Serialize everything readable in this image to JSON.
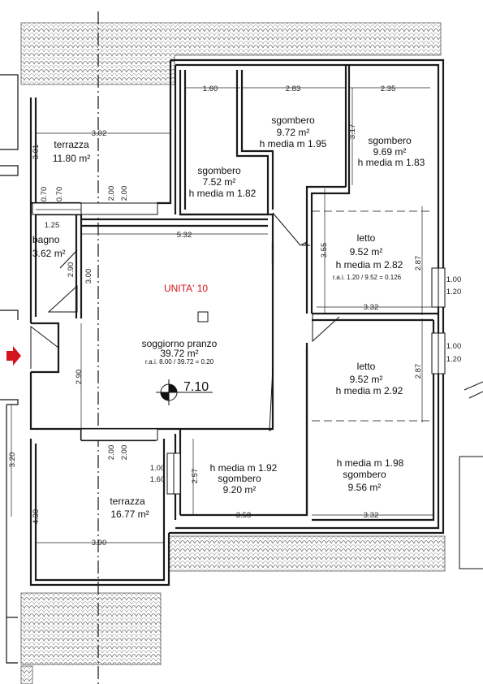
{
  "unit_title": "UNITA' 10",
  "elevation": "7.10",
  "colors": {
    "accent": "#d4141c",
    "wall": "#1a1a1a",
    "hatch": "#777777"
  },
  "rooms": {
    "terrazza_top": {
      "name": "terrazza",
      "area": "11.80 m²"
    },
    "bagno": {
      "name": "bagno",
      "area": "3.62 m²"
    },
    "sgombero_a": {
      "name": "sgombero",
      "area": "7.52 m²",
      "height": "h media m 1.82"
    },
    "sgombero_b": {
      "name": "sgombero",
      "area": "9.72 m²",
      "height": "h media m 1.95"
    },
    "sgombero_c": {
      "name": "sgombero",
      "area": "9.69 m²",
      "height": "h media m 1.83"
    },
    "letto_1": {
      "name": "letto",
      "area": "9.52 m²",
      "height": "h media m 2.82",
      "rai": "r.a.i. 1.20 / 9.52 = 0.126"
    },
    "soggiorno": {
      "name": "soggiorno pranzo",
      "area": "39.72 m²",
      "rai": "r.a.i. 8.00 / 39.72 = 0.20"
    },
    "letto_2": {
      "name": "letto",
      "area": "9.52 m²",
      "height": "h media m 2.92"
    },
    "sgombero_d": {
      "name": "sgombero",
      "area": "9.20 m²",
      "height": "h media m 1.92"
    },
    "sgombero_e": {
      "name": "sgombero",
      "area": "9.56 m²",
      "height": "h media m 1.98"
    },
    "terrazza_bottom": {
      "name": "terrazza",
      "area": "16.77 m²"
    }
  },
  "dimensions": {
    "d_160": "1.60",
    "d_283": "2.83",
    "d_235": "2.35",
    "d_317": "3.17",
    "d_392_top": "3.92",
    "d_301": "3.01",
    "d_070a": "0.70",
    "d_070b": "0.70",
    "d_200_top_a": "2.00",
    "d_200_top_b": "2.00",
    "d_125": "1.25",
    "d_532": "5.32",
    "d_290_bagno": "2.90",
    "d_300": "3.00",
    "d_355": "3.55",
    "d_287_a": "2.87",
    "d_332_mid": "3.32",
    "d_287_b": "2.87",
    "d_290_soggiorno": "2.90",
    "win_r1_w": "1.00",
    "win_r1_h": "1.20",
    "win_r2_w": "1.00",
    "win_r2_h": "1.20",
    "d_200_bot_a": "2.00",
    "d_200_bot_b": "2.00",
    "d_320": "3.20",
    "win_b_w": "1.00",
    "win_b_h": "1.60",
    "d_257": "2.57",
    "d_358": "3.58",
    "d_332_bot": "3.32",
    "d_430": "4.30",
    "d_390_bot": "3.90"
  }
}
